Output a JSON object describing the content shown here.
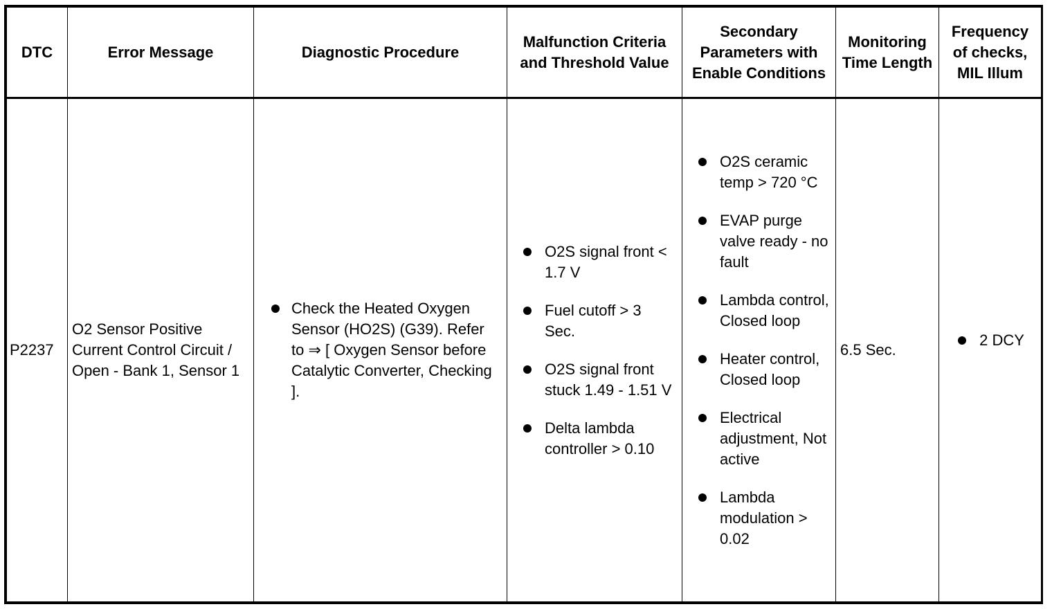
{
  "table": {
    "headers": [
      "DTC",
      "Error Message",
      "Diagnostic Procedure",
      "Malfunction Criteria and Threshold Value",
      "Secondary Parameters with Enable Conditions",
      "Monitoring Time Length",
      "Frequency of checks, MIL Illum"
    ],
    "row": {
      "dtc": "P2237",
      "error_message": "O2 Sensor Positive Current Control Circuit / Open - Bank 1, Sensor 1",
      "diagnostic_procedure": [
        "Check the Heated Oxygen Sensor (HO2S) (G39). Refer to ⇒ [ Oxygen Sensor before Catalytic Converter, Checking ]."
      ],
      "malfunction_criteria": [
        "O2S signal front < 1.7 V",
        "Fuel cutoff > 3 Sec.",
        "O2S signal front stuck 1.49 - 1.51 V",
        "Delta lambda controller > 0.10"
      ],
      "secondary_parameters": [
        "O2S ceramic temp > 720 °C",
        "EVAP purge valve ready - no fault",
        "Lambda control, Closed loop",
        "Heater control, Closed loop",
        "Electrical adjustment, Not active",
        "Lambda modulation > 0.02"
      ],
      "monitoring_time": "6.5 Sec.",
      "frequency": [
        "2 DCY"
      ]
    }
  }
}
